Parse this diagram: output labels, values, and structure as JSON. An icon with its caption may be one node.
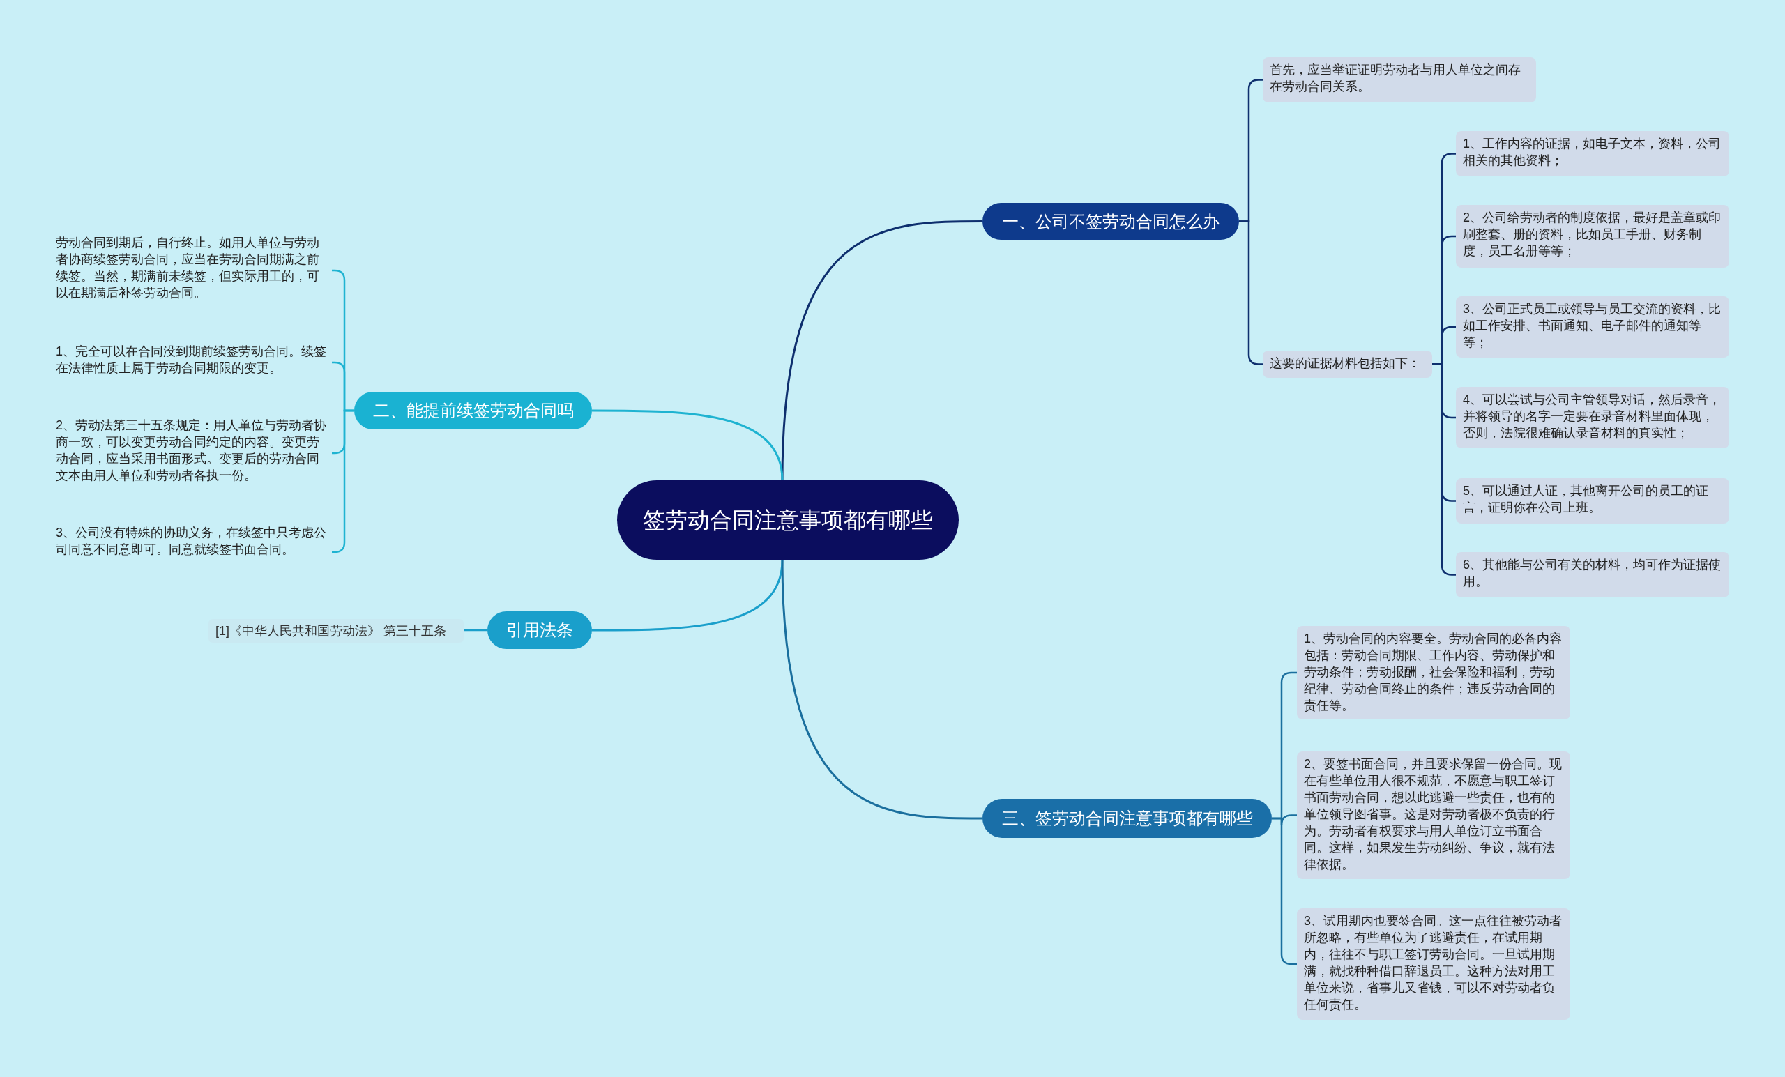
{
  "diagram": {
    "nodes": [
      {
        "text": [
          "签劳动合同注意事项都有哪些"
        ]
      },
      {
        "text": [
          "一、公司不签劳动合同怎么办"
        ]
      },
      {
        "text": [
          "首先，应当举证证明劳动者与用人单位之间存在劳动合同关系。"
        ]
      },
      {
        "text": [
          "这要的证据材料包括如下："
        ]
      },
      {
        "text": [
          "1、工作内容的证据，如电子文本，资料，公司相关的其他资料；"
        ]
      },
      {
        "text": [
          "2、公司给劳动者的制度依据，最好是盖章或印刷整套、册的资料，比如员工手册、财务制度，员工名册等等；"
        ]
      },
      {
        "text": [
          "3、公司正式员工或领导与员工交流的资料，比如工作安排、书面通知、电子邮件的通知等等；"
        ]
      },
      {
        "text": [
          "4、可以尝试与公司主管领导对话，然后录音，并将领导的名字一定要在录音材料里面体现，否则，法院很难确认录音材料的真实性；"
        ]
      },
      {
        "text": [
          "5、可以通过人证，其他离开公司的员工的证言，证明你在公司上班。"
        ]
      },
      {
        "text": [
          "6、其他能与公司有关的材料，均可作为证据使用。"
        ]
      },
      {
        "text": [
          "二、能提前续签劳动合同吗"
        ]
      },
      {
        "text": [
          "劳动合同到期后，自行终止。如用人单位与劳动者协商续签劳动合同，应当在劳动合同期满之前续签。当然，期满前未续签，但实际用工的，可以在期满后补签劳动合同。"
        ]
      },
      {
        "text": [
          "1、完全可以在合同没到期前续签劳动合同。续签在法律性质上属于劳动合同期限的变更。"
        ]
      },
      {
        "text": [
          "2、劳动法第三十五条规定：用人单位与劳动者协商一致，可以变更劳动合同约定的内容。变更劳动合同，应当采用书面形式。变更后的劳动合同文本由用人单位和劳动者各执一份。"
        ]
      },
      {
        "text": [
          "3、公司没有特殊的协助义务，在续签中只考虑公司同意不同意即可。同意就续签书面合同。"
        ]
      },
      {
        "text": [
          "引用法条"
        ]
      },
      {
        "text": [
          "[1]《中华人民共和国劳动法》 第三十五条"
        ]
      },
      {
        "text": [
          "三、签劳动合同注意事项都有哪些"
        ]
      },
      {
        "text": [
          "1、劳动合同的内容要全。劳动合同的必备内容包括：劳动合同期限、工作内容、劳动保护和劳动条件；劳动报酬，社会保险和福利，劳动纪律、劳动合同终止的条件；违反劳动合同的责任等。"
        ]
      },
      {
        "text": [
          "2、要签书面合同，并且要求保留一份合同。现在有些单位用人很不规范，不愿意与职工签订书面劳动合同，想以此逃避一些责任，也有的单位领导图省事。这是对劳动者极不负责的行为。劳动者有权要求与用人单位订立书面合同。这样，如果发生劳动纠纷、争议，就有法律依据。"
        ]
      },
      {
        "text": [
          "3、试用期内也要签合同。这一点往往被劳动者所忽略，有些单位为了逃避责任，在试用期内，往往不与职工签订劳动合同。一旦试用期满，就找种种借口辞退员工。这种方法对用工单位来说，省事儿又省钱，可以不对劳动者负任何责任。"
        ]
      }
    ],
    "edges": [
      {
        "from": 0,
        "to": 1,
        "arrow": "none"
      },
      {
        "from": 1,
        "to": 2,
        "arrow": "none"
      },
      {
        "from": 1,
        "to": 3,
        "arrow": "none"
      },
      {
        "from": 3,
        "to": 4,
        "arrow": "none"
      },
      {
        "from": 3,
        "to": 5,
        "arrow": "none"
      },
      {
        "from": 3,
        "to": 6,
        "arrow": "none"
      },
      {
        "from": 3,
        "to": 7,
        "arrow": "none"
      },
      {
        "from": 3,
        "to": 8,
        "arrow": "none"
      },
      {
        "from": 3,
        "to": 9,
        "arrow": "none"
      },
      {
        "from": 0,
        "to": 10,
        "arrow": "none",
        "color": "#1fb3d1"
      },
      {
        "from": 10,
        "to": 11,
        "arrow": "none",
        "color": "#1fb3d1"
      },
      {
        "from": 10,
        "to": 12,
        "arrow": "none",
        "color": "#1fb3d1"
      },
      {
        "from": 10,
        "to": 13,
        "arrow": "none",
        "color": "#1fb3d1"
      },
      {
        "from": 10,
        "to": 14,
        "arrow": "none",
        "color": "#1fb3d1"
      },
      {
        "from": 0,
        "to": 15,
        "arrow": "none",
        "color": "#1a9fcb"
      },
      {
        "from": 15,
        "to": 16,
        "arrow": "none",
        "color": "#1a9fcb"
      },
      {
        "from": 0,
        "to": 17,
        "arrow": "none",
        "color": "#1a6f9e"
      },
      {
        "from": 17,
        "to": 18,
        "arrow": "none",
        "color": "#1a6f9e"
      },
      {
        "from": 17,
        "to": 19,
        "arrow": "none",
        "color": "#1a6f9e"
      },
      {
        "from": 17,
        "to": 20,
        "arrow": "none",
        "color": "#1a6f9e"
      }
    ]
  }
}
